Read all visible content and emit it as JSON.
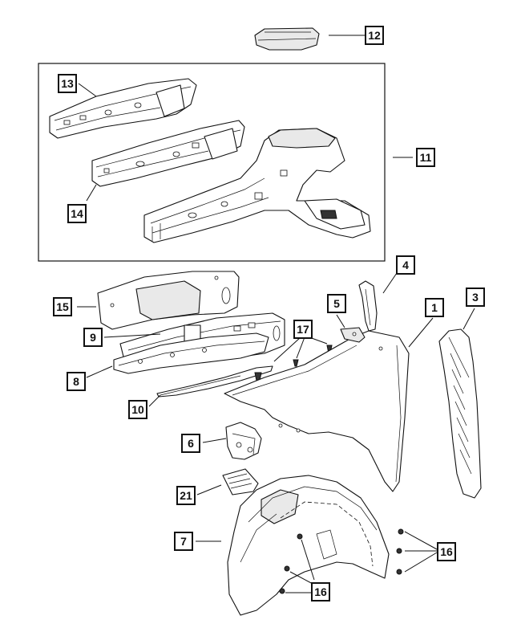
{
  "callouts": {
    "c1": "1",
    "c3": "3",
    "c4": "4",
    "c5": "5",
    "c6": "6",
    "c7": "7",
    "c8": "8",
    "c9": "9",
    "c10": "10",
    "c11": "11",
    "c12": "12",
    "c13": "13",
    "c14": "14",
    "c15": "15",
    "c16a": "16",
    "c16b": "16",
    "c17": "17",
    "c21": "21"
  }
}
